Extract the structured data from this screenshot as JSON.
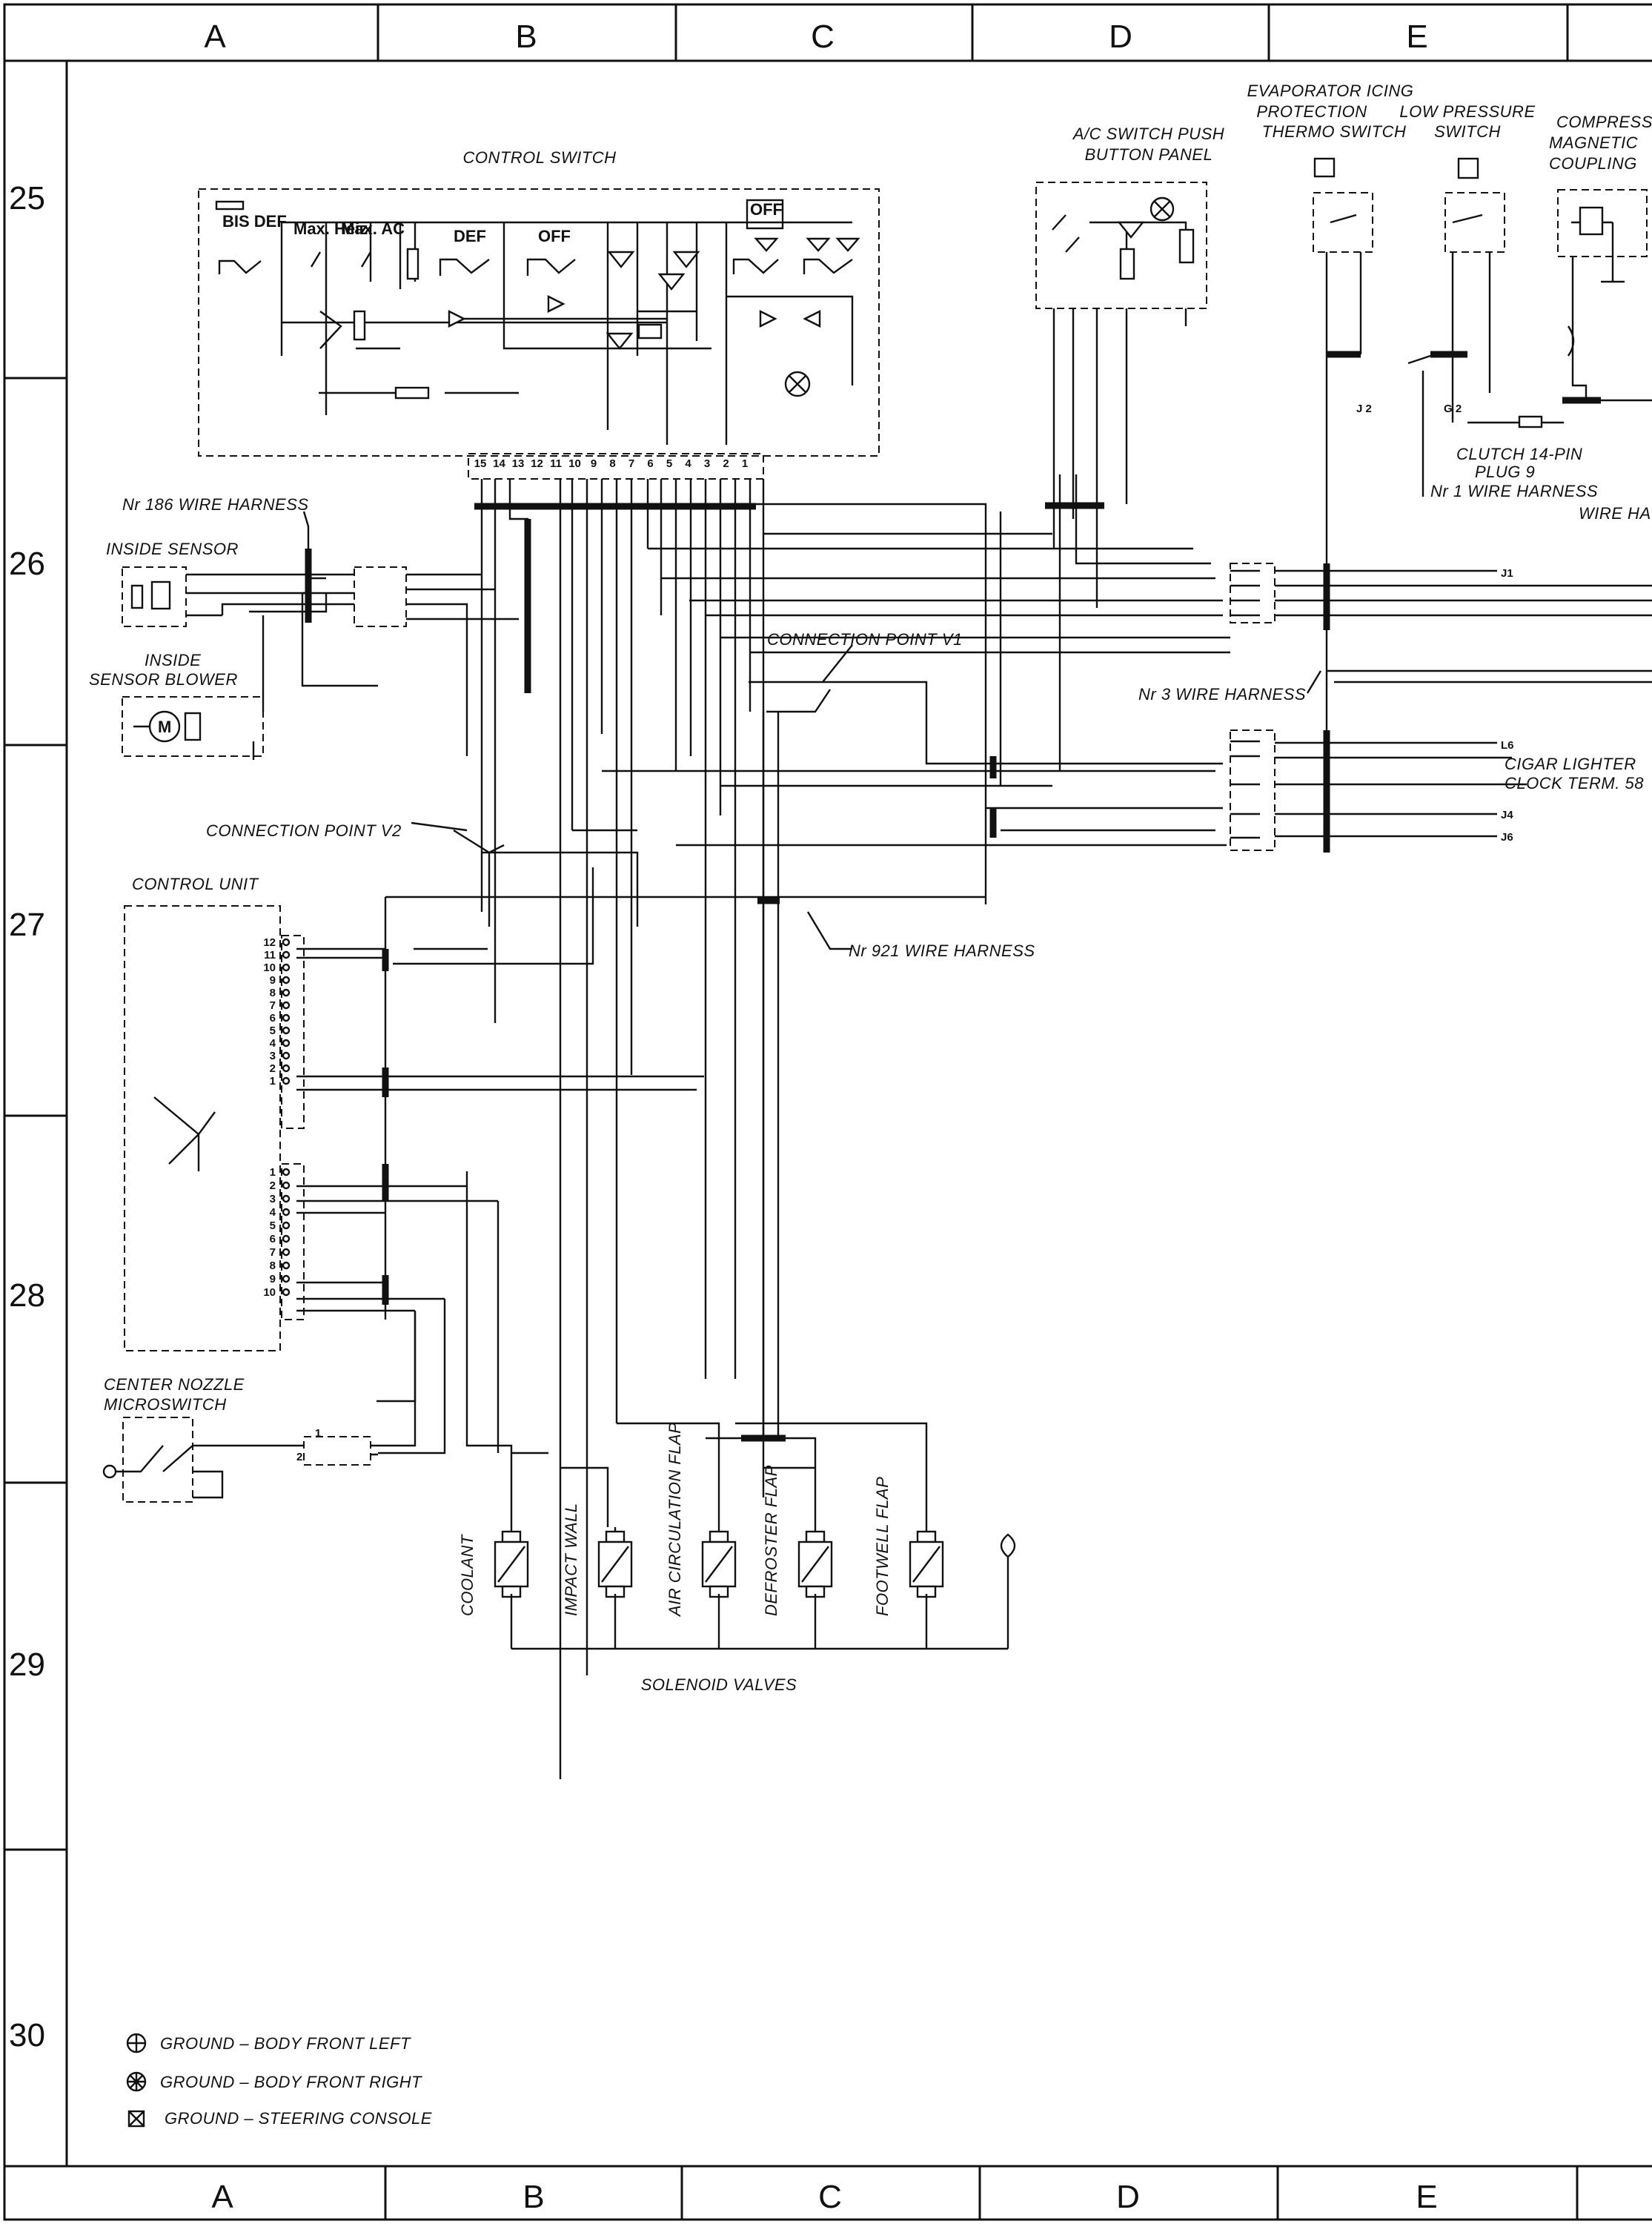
{
  "grid": {
    "columns": [
      "A",
      "B",
      "C",
      "D",
      "E"
    ],
    "rows": [
      "25",
      "26",
      "27",
      "28",
      "29",
      "30"
    ]
  },
  "components": {
    "control_switch": "CONTROL SWITCH",
    "bis_def": "BIS DEF",
    "max_heiz": "Max. Heiz.",
    "max_ac": "Max. AC",
    "def": "DEF",
    "off": "OFF",
    "ac_push_button": "A/C SWITCH PUSH BUTTON PANEL",
    "evap_icing": "EVAPORATOR ICING PROTECTION THERMO SWITCH",
    "low_pressure": "LOW PRESSURE SWITCH",
    "compressor": "COMPRESSOR MAGNETIC COUPLING",
    "clutch_plug": "CLUTCH 14-PIN PLUG 9",
    "harness_1": "Nr 1 WIRE HARNESS",
    "wire_ha": "WIRE HA",
    "harness_186": "Nr 186 WIRE HARNESS",
    "inside_sensor": "INSIDE SENSOR",
    "inside_sensor_blower": "INSIDE SENSOR BLOWER",
    "connection_v1": "CONNECTION POINT V1",
    "harness_3": "Nr 3 WIRE HARNESS",
    "connection_v2": "CONNECTION POINT V2",
    "control_unit": "CONTROL UNIT",
    "harness_921": "Nr 921 WIRE HARNESS",
    "center_nozzle": "CENTER NOZZLE MICROSWITCH",
    "solenoid_valves": "SOLENOID VALVES"
  },
  "solenoids": [
    "COOLANT",
    "IMPACT WALL",
    "AIR CIRCULATION FLAP",
    "DEFROSTER FLAP",
    "FOOTWELL FLAP"
  ],
  "terminals": {
    "j1": "J1",
    "l6": "L6",
    "cigar": "CIGAR LIGHTER",
    "clock": "CLOCK TERM. 58",
    "j4": "J4",
    "j6": "J6",
    "j2": "J 2",
    "g2": "G 2"
  },
  "switch_pins": [
    "15",
    "14",
    "13",
    "12",
    "11",
    "10",
    "9",
    "8",
    "7",
    "6",
    "5",
    "4",
    "3",
    "2",
    "1"
  ],
  "control_unit_pins_upper": [
    "12",
    "11",
    "10",
    "9",
    "8",
    "7",
    "6",
    "5",
    "4",
    "3",
    "2",
    "1"
  ],
  "control_unit_pins_lower": [
    "1",
    "2",
    "3",
    "4",
    "5",
    "6",
    "7",
    "8",
    "9",
    "10"
  ],
  "legend": [
    "GROUND – BODY FRONT LEFT",
    "GROUND – BODY FRONT RIGHT",
    "GROUND – STEERING CONSOLE"
  ]
}
